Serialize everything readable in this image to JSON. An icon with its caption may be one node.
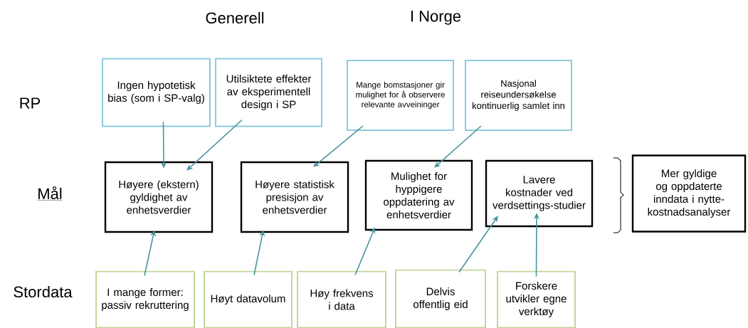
{
  "diagram": {
    "nodes": [
      {
        "text": [
          "Ingen hypotetisk bias (som i SP-valg)"
        ]
      },
      {
        "text": [
          "Utilsiktete effekter av eksperimentell design i SP"
        ]
      },
      {
        "text": [
          "Mange bomstasjoner gir mulighet for å observere relevante avveininger"
        ]
      },
      {
        "text": [
          "Nasjonal reiseundersøkelse kontinuerlig samlet inn"
        ]
      },
      {
        "text": [
          "Høyere (ekstern) gyldighet av enhetsverdier"
        ]
      },
      {
        "text": [
          "Høyere statistisk presisjon av enhetsverdier"
        ]
      },
      {
        "text": [
          "Mulighet for hyppigere oppdatering av enhetsverdier"
        ]
      },
      {
        "text": [
          "Lavere kostnader ved verdsettings-studier"
        ]
      },
      {
        "text": [
          "Mer gyldige og oppdaterte inndata i nytte-kostnadsanalyser"
        ]
      },
      {
        "text": [
          "I mange former: passiv rekruttering"
        ]
      },
      {
        "text": [
          "Høyt datavolum"
        ]
      },
      {
        "text": [
          "Høy frekvens i data"
        ]
      },
      {
        "text": [
          "Delvis offentlig eid"
        ]
      },
      {
        "text": [
          "Forskere utvikler egne verktøy"
        ]
      }
    ],
    "edges": [
      {
        "from": 0,
        "to": 4,
        "arrow": "to"
      },
      {
        "from": 1,
        "to": 4,
        "arrow": "to"
      },
      {
        "from": 2,
        "to": 5,
        "arrow": "to"
      },
      {
        "from": 3,
        "to": 6,
        "arrow": "to"
      },
      {
        "from": 9,
        "to": 4,
        "arrow": "to"
      },
      {
        "from": 10,
        "to": 5,
        "arrow": "to"
      },
      {
        "from": 11,
        "to": 6,
        "arrow": "to"
      },
      {
        "from": 12,
        "to": 7,
        "arrow": "to"
      },
      {
        "from": 13,
        "to": 7,
        "arrow": "to"
      }
    ],
    "labels": [
      "Generell",
      "I Norge",
      "RP",
      "Mål",
      "Stordata"
    ]
  }
}
